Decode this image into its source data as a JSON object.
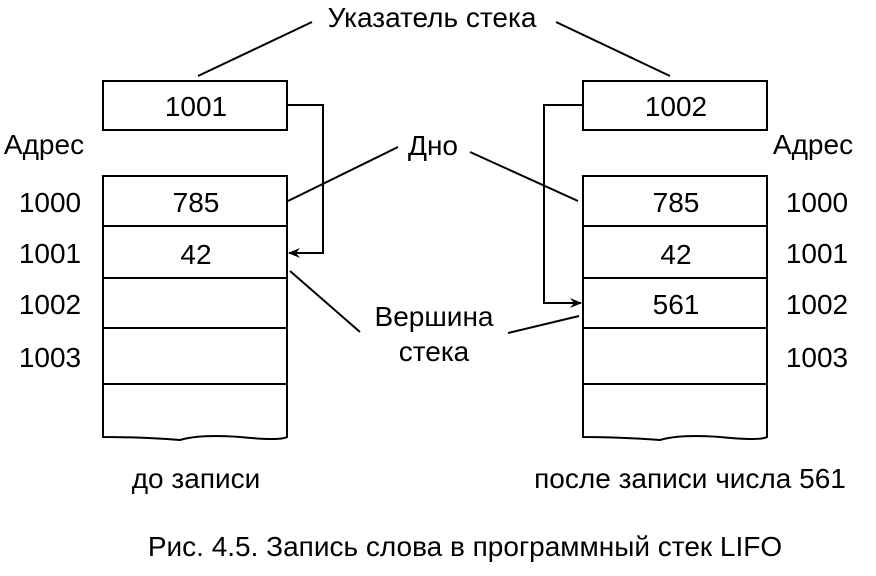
{
  "labels": {
    "stack_pointer": "Указатель стека",
    "bottom": "Дно",
    "top_line1": "Вершина",
    "top_line2": "стека",
    "address_left": "Адрес",
    "address_right": "Адрес",
    "caption": "Рис. 4.5. Запись слова в программный стек LIFO"
  },
  "left_stack": {
    "pointer": "1001",
    "caption": "до записи",
    "addresses": [
      "1000",
      "1001",
      "1002",
      "1003"
    ],
    "cells": [
      "785",
      "42",
      "",
      ""
    ]
  },
  "right_stack": {
    "pointer": "1002",
    "caption": "после записи числа 561",
    "addresses": [
      "1000",
      "1001",
      "1002",
      "1003"
    ],
    "cells": [
      "785",
      "42",
      "561",
      ""
    ]
  }
}
